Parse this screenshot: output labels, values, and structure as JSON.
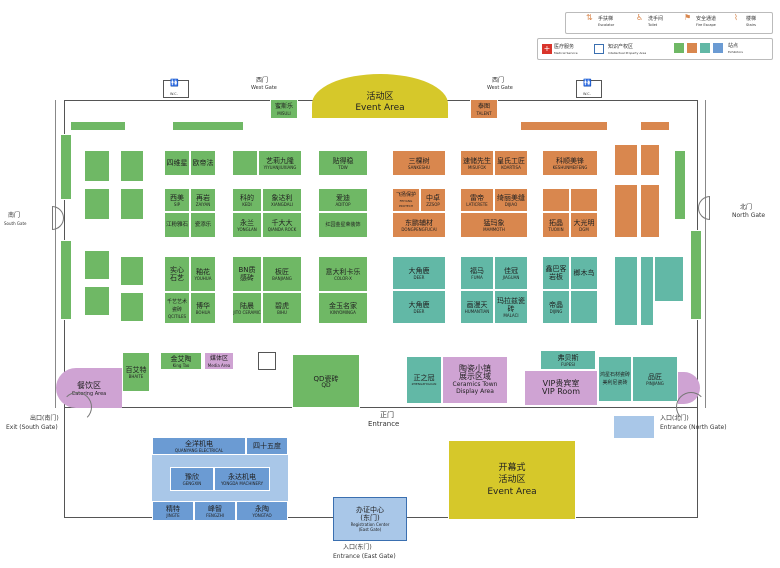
{
  "legend": {
    "items": [
      {
        "cn": "手扶梯",
        "en": "Escalator"
      },
      {
        "cn": "洗手间",
        "en": "Toilet"
      },
      {
        "cn": "安全通道",
        "en": "Fire Escape"
      },
      {
        "cn": "楼梯",
        "en": "Stairs"
      }
    ],
    "medical": {
      "cn": "医疗服务",
      "en": "Medical Service"
    },
    "ip": {
      "cn": "知识产权区",
      "en": "Intellectual Property Area"
    },
    "booth_label": {
      "cn": "站点",
      "en": "Exhibitors"
    },
    "colors": {
      "green": "#6fb865",
      "orange": "#d9874e",
      "teal": "#62b8a6",
      "purple": "#cfa3d3",
      "yellow": "#d6c82a",
      "blue": "#6b9bd3"
    }
  },
  "gates": {
    "west1": {
      "cn": "西门",
      "en": "West Gate"
    },
    "west2": {
      "cn": "西门",
      "en": "West Gate"
    },
    "south": {
      "cn": "南门",
      "en": "South Gate"
    },
    "north": {
      "cn": "北门",
      "en": "North Gate"
    },
    "exit_south": {
      "cn": "出口(南门)",
      "en": "Exit (South Gate)"
    },
    "entrance_north": {
      "cn": "入口(北门)",
      "en": "Entrance (North Gate)"
    },
    "entrance": {
      "cn": "正门",
      "en": "Entrance"
    },
    "entrance_east": {
      "cn": "入口(东门)",
      "en": "Entrance (East Gate)"
    }
  },
  "zones": {
    "activity": {
      "cn": "活动区",
      "en": "Event Area"
    },
    "opening": {
      "cn": "开幕式",
      "cn2": "活动区",
      "en": "Event Area"
    },
    "catering": {
      "cn": "餐饮区",
      "en": "Catering Area"
    },
    "ceramics": {
      "cn": "陶瓷小镇",
      "cn2": "展示区域",
      "en1": "Ceramics Town",
      "en2": "Display Area"
    },
    "vip": {
      "cn": "VIP贵宾室",
      "en": "VIP Room"
    },
    "registration": {
      "cn": "办证中心",
      "cn2": "(东门)",
      "en1": "Registration Center",
      "en2": "(East Gate)"
    },
    "media": {
      "cn": "媒体区",
      "en": "Media Area"
    },
    "wc": "W.C."
  },
  "booths": {
    "misuli": {
      "cn": "蜜斯乐",
      "en": "MISULI"
    },
    "talent": {
      "cn": "泰图",
      "en": "TALENT"
    },
    "tdw": {
      "cn": "贴得稳",
      "en": "TDW"
    },
    "sankeshu": {
      "cn": "三棵树",
      "en": "SANKESHU"
    },
    "misufox": {
      "cn": "速储先生",
      "en": "MISUFOX"
    },
    "koartisa": {
      "cn": "皇氏工匠",
      "en": "KOARTISA"
    },
    "keshumeifeng": {
      "cn": "科顺美锋",
      "en": "KESHUNMEIFENG"
    },
    "sizhitang": {
      "cn": "四维星",
      "en": ""
    },
    "ouyiting": {
      "cn": "欧帝法",
      "en": ""
    },
    "yiyuanjiuxiang": {
      "cn": "艺莉九隆",
      "en": "YIYUANJIUXIANG"
    },
    "xipei": {
      "cn": "西美",
      "en": "SIP"
    },
    "zaiyan": {
      "cn": "再岩",
      "en": "ZAIYAN"
    },
    "kedi": {
      "cn": "科的",
      "en": "KEDI"
    },
    "xiangdali": {
      "cn": "象达利",
      "en": "XIANGDALI"
    },
    "aditop": {
      "cn": "爱迪",
      "en": "ADITOP"
    },
    "jiangyi": {
      "cn": "江粉雅石",
      "en": ""
    },
    "ceramiq": {
      "cn": "瓷添乐",
      "en": ""
    },
    "yonglan": {
      "cn": "永兰",
      "en": "YONGLAN"
    },
    "qianda": {
      "cn": "千大大",
      "en": "QIANDA ROCK"
    },
    "hongdi": {
      "cn": "红园金星荣装饰",
      "en": ""
    },
    "fuyang": {
      "cn": "飞扬保护",
      "en": "FEIYANG PROTECH"
    },
    "zhongzhuo": {
      "cn": "中卓",
      "en": "ZZSOP"
    },
    "laticrete": {
      "cn": "雷帝",
      "en": "LATICRETE"
    },
    "dijiang": {
      "cn": "绮丽美缝",
      "en": "DIJIAO"
    },
    "dongfeng": {
      "cn": "东鹏辅材",
      "en": "DONGPENGFUCAI"
    },
    "mammoth": {
      "cn": "猛玛象",
      "en": "MAMMOTH"
    },
    "tudian": {
      "cn": "拓晶",
      "en": "TUOXIN"
    },
    "dgm": {
      "cn": "大光明",
      "en": "DGM"
    },
    "shiyi": {
      "cn": "实心石艺",
      "en": ""
    },
    "youhua": {
      "cn": "釉花",
      "en": "YOUHUA"
    },
    "bnzhige": {
      "cn": "BN质感砖",
      "en": ""
    },
    "banjiang": {
      "cn": "板匠",
      "en": "BANJIANG"
    },
    "colorx": {
      "cn": "意大利卡乐",
      "en": "COLOR-X"
    },
    "deer1": {
      "cn": "大角鹿",
      "en": "DEER"
    },
    "fuma": {
      "cn": "福马",
      "en": "FUMA"
    },
    "jiaguan": {
      "cn": "佳冠",
      "en": "JIAGUAN"
    },
    "xinbang": {
      "cn": "鑫巴客岩板",
      "en": ""
    },
    "mumu": {
      "cn": "榔木鸟",
      "en": ""
    },
    "qiyi": {
      "cn": "千艺艺术瓷砖",
      "en": "QCITILES"
    },
    "bohua": {
      "cn": "博华",
      "en": "BOHUA"
    },
    "zhangcheng": {
      "cn": "陆晨",
      "en": "JITO CERAMIC"
    },
    "bihu": {
      "cn": "碧虎",
      "en": "BIHU"
    },
    "kinyo": {
      "cn": "金玉名家",
      "en": "KINYOMINGA"
    },
    "deer2": {
      "cn": "大角鹿",
      "en": "DEER"
    },
    "humantian": {
      "cn": "画漫天",
      "en": "HUMANTIAN"
    },
    "malaci": {
      "cn": "玛拉兹瓷砖",
      "en": "MALACI"
    },
    "dijing": {
      "cn": "帝晶",
      "en": "DIJING"
    },
    "bhaite": {
      "cn": "百艾特",
      "en": "BHAITE"
    },
    "kingtao": {
      "cn": "金艾陶",
      "en": "King Tao"
    },
    "qd": {
      "cn": "QD瓷砖",
      "en": "QD"
    },
    "zhengzhi": {
      "cn": "正之冠",
      "en": "ZHENGZHIGUAN"
    },
    "fupesi": {
      "cn": "弗贝斯",
      "en": "FUPESI"
    },
    "pinjiang": {
      "cn": "品匠",
      "en": "PINJIANG"
    },
    "gaoli": {
      "cn": "鸿星石材瓷砖美利尼瓷砖",
      "en": ""
    },
    "quanyang": {
      "cn": "全洋机电",
      "en": "QUANYANG ELECTRICAL"
    },
    "shishiwu": {
      "cn": "四十五度",
      "en": ""
    },
    "yuxin": {
      "cn": "豫欣",
      "en": "GENGXIN"
    },
    "yongda": {
      "cn": "永达机电",
      "en": "YONGDA MACHINERY"
    },
    "jingte": {
      "cn": "精特",
      "en": "JINGTE"
    },
    "fengzhi": {
      "cn": "峰智",
      "en": "FENGZHI"
    },
    "yongtao": {
      "cn": "永陶",
      "en": "YONGTAO"
    }
  }
}
